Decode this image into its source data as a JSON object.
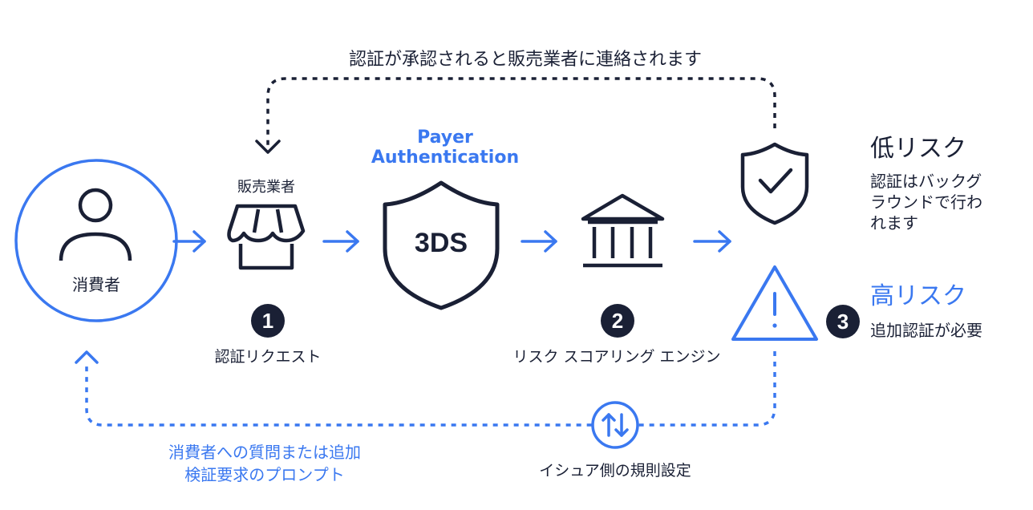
{
  "top_loop_label": "認証が承認されると販売業者に連絡されます",
  "consumer_label": "消費者",
  "merchant_label": "販売業者",
  "payer_auth_line1": "Payer",
  "payer_auth_line2": "Authentication",
  "three_ds_text": "3DS",
  "steps": [
    {
      "number": "1",
      "label": "認証リクエスト"
    },
    {
      "number": "2",
      "label": "リスク スコアリング エンジン"
    },
    {
      "number": "3",
      "label": "追加認証が必要"
    }
  ],
  "low_risk": {
    "title": "低リスク",
    "desc_line1": "認証はバックグ",
    "desc_line2": "ラウンドで行わ",
    "desc_line3": "れます"
  },
  "high_risk": {
    "title": "高リスク"
  },
  "bottom_loop_label_line1": "消費者への質問または追加",
  "bottom_loop_label_line2": "検証要求のプロンプト",
  "issuer_rules_label": "イシュア側の規則設定",
  "colors": {
    "dark": "#1a2035",
    "blue": "#3a78f0"
  }
}
